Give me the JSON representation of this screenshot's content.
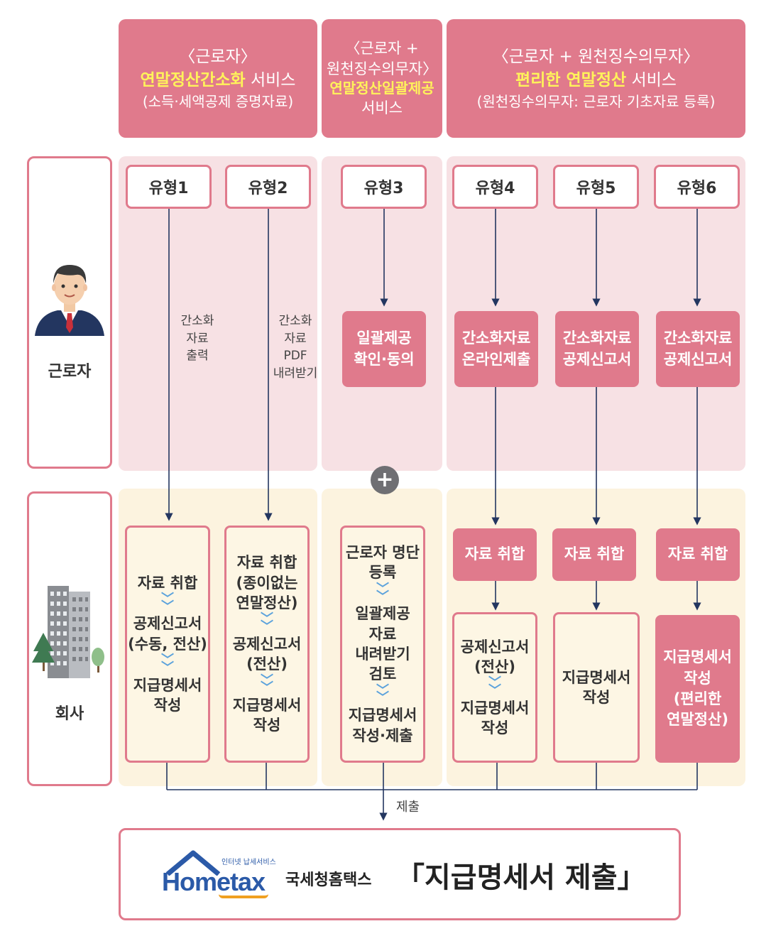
{
  "headers": {
    "group1": {
      "line1": "〈근로자〉",
      "highlight": "연말정산간소화",
      "suffix": " 서비스",
      "line3": "(소득·세액공제 증명자료)"
    },
    "group2": {
      "line1": "〈근로자 +",
      "line2": "원천징수의무자〉",
      "highlight": "연말정산일괄제공",
      "line4": "서비스"
    },
    "group3": {
      "line1": "〈근로자 + 원천징수의무자〉",
      "highlight": "편리한 연말정산",
      "suffix": " 서비스",
      "line3": "(원천징수의무자: 근로자 기초자료 등록)"
    }
  },
  "rows": {
    "worker": "근로자",
    "company": "회사"
  },
  "types": [
    "유형1",
    "유형2",
    "유형3",
    "유형4",
    "유형5",
    "유형6"
  ],
  "annotations": {
    "type1": [
      "간소화",
      "자료",
      "출력"
    ],
    "type2": [
      "간소화",
      "자료",
      "PDF",
      "내려받기"
    ],
    "submit": "제출"
  },
  "worker_steps": {
    "type3": [
      "일괄제공",
      "확인·동의"
    ],
    "type4": [
      "간소화자료",
      "온라인제출"
    ],
    "type5": [
      "간소화자료",
      "공제신고서"
    ],
    "type6": [
      "간소화자료",
      "공제신고서"
    ]
  },
  "company_steps": {
    "type1": [
      [
        "자료 취합"
      ],
      [
        "공제신고서",
        "(수동, 전산)"
      ],
      [
        "지급명세서",
        "작성"
      ]
    ],
    "type2": [
      [
        "자료 취합",
        "(종이없는",
        "연말정산)"
      ],
      [
        "공제신고서",
        "(전산)"
      ],
      [
        "지급명세서",
        "작성"
      ]
    ],
    "type3": [
      [
        "근로자 명단",
        "등록"
      ],
      [
        "일괄제공",
        "자료",
        "내려받기",
        "검토"
      ],
      [
        "지급명세서",
        "작성·제출"
      ]
    ],
    "type4_collect": "자료 취합",
    "type5_collect": "자료 취합",
    "type6_collect": "자료 취합",
    "type4": [
      [
        "공제신고서",
        "(전산)"
      ],
      [
        "지급명세서",
        "작성"
      ]
    ],
    "type5": [
      "지급명세서",
      "작성"
    ],
    "type6": [
      "지급명세서",
      "작성",
      "(편리한",
      "연말정산)"
    ]
  },
  "footer": {
    "logo_small": "인터넷 납세서비스",
    "logo_text": "Hometax",
    "brand": "국세청홈택스",
    "title": "「지급명세서 제출」"
  },
  "colors": {
    "pink": "#e07a8c",
    "pink_bg": "#f7e1e4",
    "cream_bg": "#fcf3df",
    "highlight": "#fff35a",
    "navy": "#233660",
    "chevron": "#5ba2dc"
  }
}
